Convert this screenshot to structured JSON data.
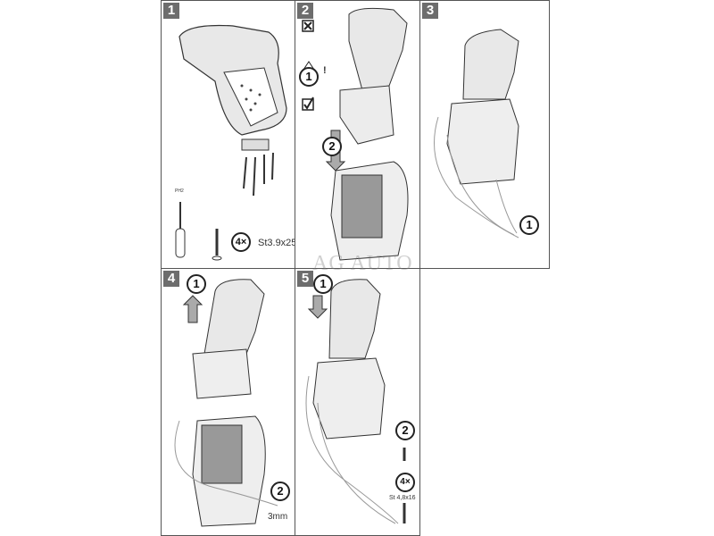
{
  "steps": [
    {
      "number": "1",
      "quantity": "4×",
      "screw_spec": "St3.9x25",
      "tool_label": "PH2"
    },
    {
      "number": "2",
      "substeps": [
        "1",
        "2"
      ],
      "warning": "!"
    },
    {
      "number": "3",
      "substeps": [
        "1"
      ]
    },
    {
      "number": "4",
      "substeps": [
        "1",
        "2"
      ],
      "tool_size": "3mm"
    },
    {
      "number": "5",
      "substeps": [
        "1",
        "2"
      ],
      "quantity": "4×",
      "screw_spec": "St 4,8x16"
    }
  ],
  "watermark": "AG AUTO"
}
